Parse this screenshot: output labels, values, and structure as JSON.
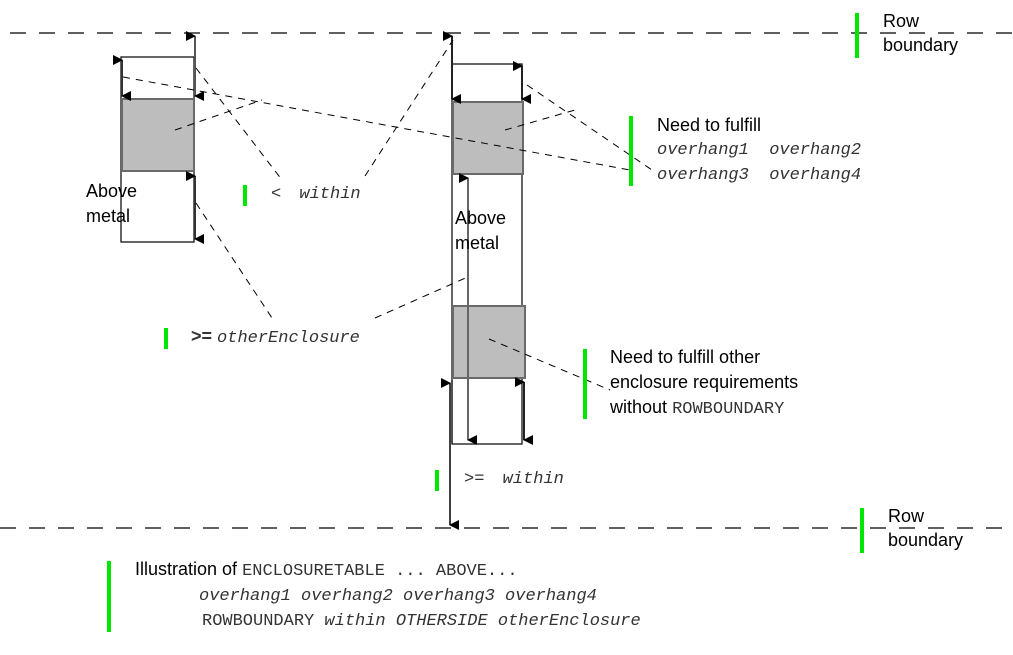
{
  "caption": {
    "prefix": "Illustration of",
    "keyword1": "ENCLOSURETABLE ... ABOVE...",
    "line2": "overhang1 overhang2 overhang3 overhang4",
    "line3_kw1": "ROWBOUNDARY",
    "line3_arg1": "within",
    "line3_kw2": "OTHERSIDE",
    "line3_arg2": "otherEnclosure"
  },
  "labels": {
    "row_boundary_top": [
      "Row",
      "boundary"
    ],
    "row_boundary_bottom": [
      "Row",
      "boundary"
    ],
    "above_metal_left": [
      "Above",
      "metal"
    ],
    "above_metal_right": [
      "Above",
      "metal"
    ],
    "need_fulfill_title": "Need to fulfill",
    "need_fulfill_line1": "overhang1  overhang2",
    "need_fulfill_line2": "overhang3  overhang4",
    "less_within_op": "<",
    "less_within_arg": "within",
    "ge_other_op": ">=",
    "ge_other_arg": "otherEnclosure",
    "ge_within_op": ">=",
    "ge_within_arg": "within",
    "other_req_line1": "Need to fulfill other",
    "other_req_line2": "enclosure requirements",
    "other_req_line3_text": "without",
    "other_req_line3_kw": "ROWBOUNDARY"
  },
  "colors": {
    "accent_bar": "#00e600",
    "metal_fill": "#bdbdbd",
    "metal_border": "#6a6a6a",
    "line": "#000000"
  }
}
